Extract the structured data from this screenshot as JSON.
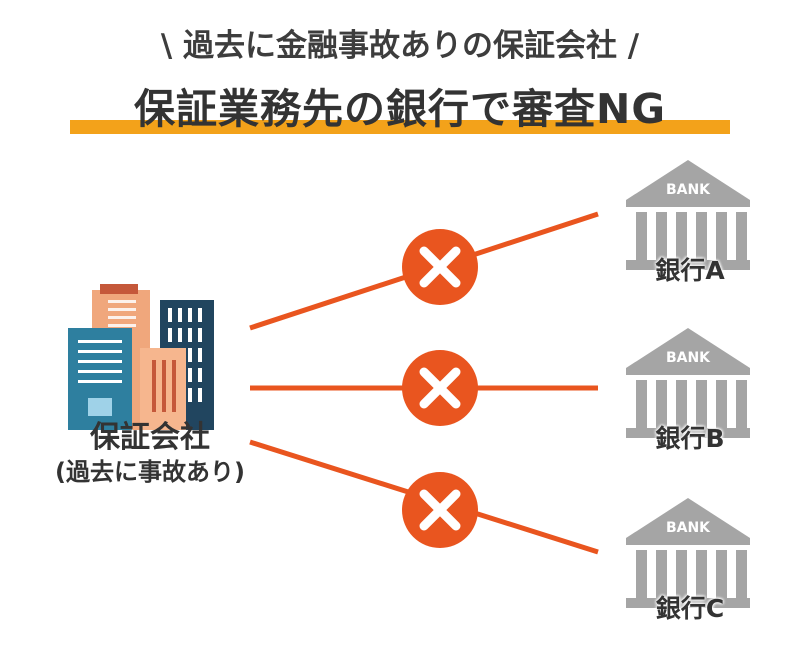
{
  "header": {
    "headline": "\\ 過去に金融事故ありの保証会社 /",
    "title": "保証業務先の銀行で審査NG"
  },
  "company": {
    "name": "保証会社",
    "note": "(過去に事故あり)",
    "icon": "office-buildings-icon"
  },
  "banks": [
    {
      "label": "銀行A",
      "sign": "BANK",
      "result": "NG"
    },
    {
      "label": "銀行B",
      "sign": "BANK",
      "result": "NG"
    },
    {
      "label": "銀行C",
      "sign": "BANK",
      "result": "NG"
    }
  ],
  "colors": {
    "accent_bar": "#f3a21a",
    "connector": "#e9551f",
    "cross_circle": "#e9551f",
    "bank_gray": "#a5a5a5",
    "text": "#333333"
  }
}
